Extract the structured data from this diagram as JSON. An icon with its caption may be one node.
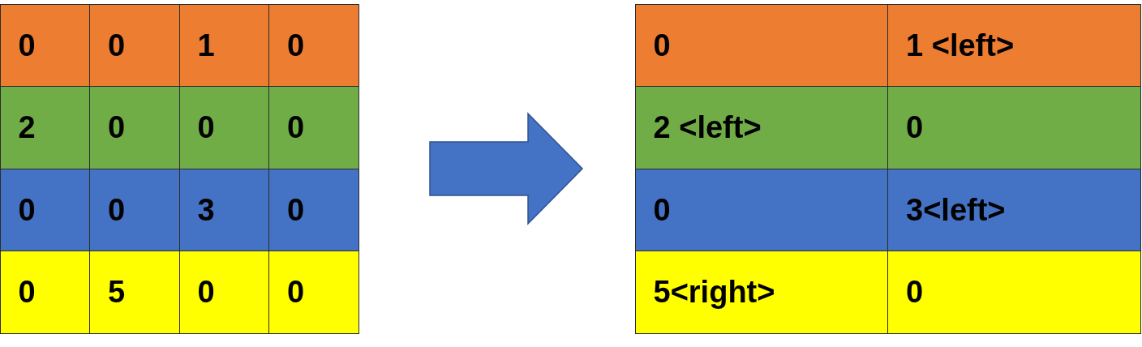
{
  "diagram": {
    "nodes": [
      {
        "text": [],
        "shape": "box"
      },
      {
        "text": [
          "0"
        ],
        "in": 0
      },
      {
        "text": [
          "0"
        ],
        "in": 0
      },
      {
        "text": [
          "1"
        ],
        "in": 0
      },
      {
        "text": [
          "0"
        ],
        "in": 0
      },
      {
        "text": [
          "2"
        ],
        "in": 0
      },
      {
        "text": [
          "0"
        ],
        "in": 0
      },
      {
        "text": [
          "0"
        ],
        "in": 0
      },
      {
        "text": [
          "0"
        ],
        "in": 0
      },
      {
        "text": [
          "0"
        ],
        "in": 0
      },
      {
        "text": [
          "0"
        ],
        "in": 0
      },
      {
        "text": [
          "3"
        ],
        "in": 0
      },
      {
        "text": [
          "0"
        ],
        "in": 0
      },
      {
        "text": [
          "0"
        ],
        "in": 0
      },
      {
        "text": [
          "5"
        ],
        "in": 0
      },
      {
        "text": [
          "0"
        ],
        "in": 0
      },
      {
        "text": [
          "0"
        ],
        "in": 0
      },
      {
        "text": [],
        "shape": "box"
      },
      {
        "text": [
          "0"
        ],
        "in": 17
      },
      {
        "text": [
          "1 <left>"
        ],
        "in": 17
      },
      {
        "text": [
          "2 <left>"
        ],
        "in": 17
      },
      {
        "text": [
          "0"
        ],
        "in": 17
      },
      {
        "text": [
          "0"
        ],
        "in": 17
      },
      {
        "text": [
          "3<left>"
        ],
        "in": 17
      },
      {
        "text": [
          "5<right>"
        ],
        "in": 17
      },
      {
        "text": [
          "0"
        ],
        "in": 17
      }
    ],
    "edges": [
      {
        "from": 0,
        "to": 17,
        "arrow": "to"
      }
    ]
  }
}
